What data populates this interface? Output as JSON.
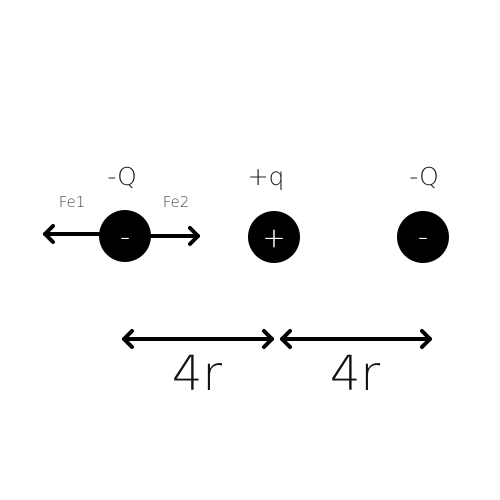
{
  "charges": [
    {
      "label": "-Q",
      "sign": "-"
    },
    {
      "label": "+q",
      "sign": "+"
    },
    {
      "label": "-Q",
      "sign": "-"
    }
  ],
  "forces": {
    "fe1": "Fe1",
    "fe2": "Fe2"
  },
  "distances": {
    "left": "4r",
    "right": "4r"
  },
  "colors": {
    "ink": "#000000",
    "background": "#ffffff"
  }
}
